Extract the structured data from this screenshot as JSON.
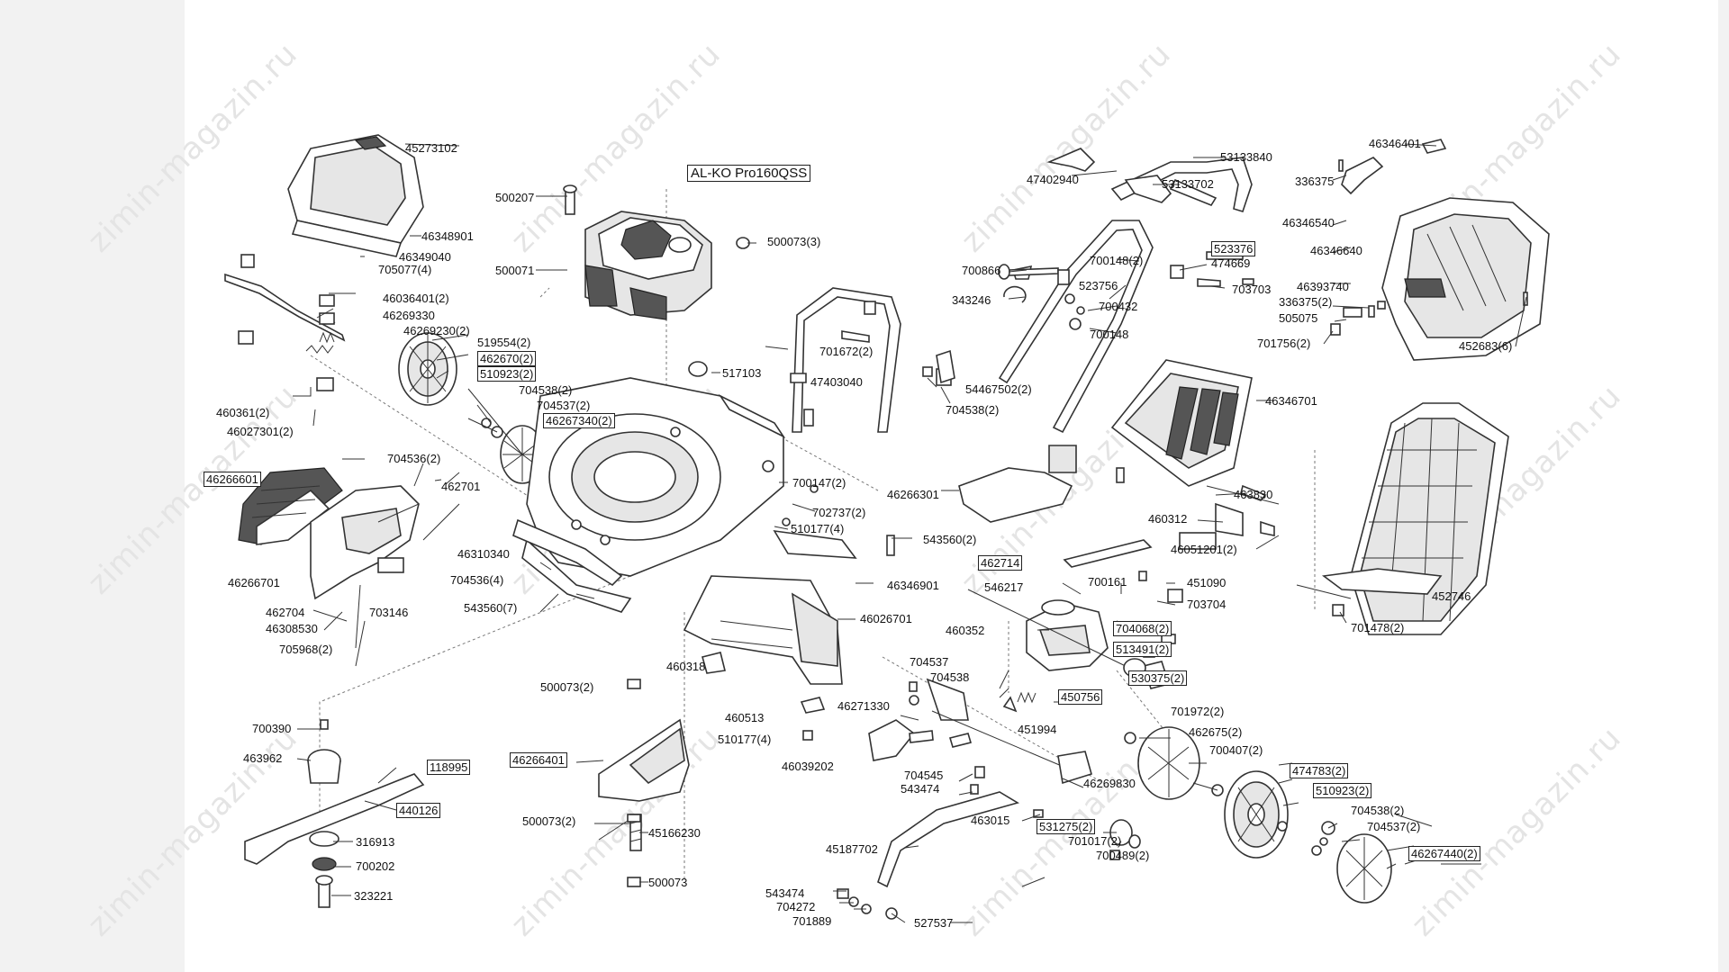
{
  "watermark": "zimin-magazin.ru",
  "model_label": "AL-KO Pro160QSS",
  "boxed_labels": [
    "523376",
    "462670(2)",
    "510923(2)",
    "46267340(2)",
    "46266601",
    "462714",
    "704068(2)",
    "513491(2)",
    "530375(2)",
    "450756",
    "46266401",
    "118995",
    "440126",
    "474783(2)",
    "510923(2)",
    "531275(2)",
    "46267440(2)"
  ],
  "labels": {
    "p45273102": "45273102",
    "p46348901": "46348901",
    "p46349040": "46349040",
    "p705077": "705077(4)",
    "p46036401": "46036401(2)",
    "p46269330": "46269330",
    "p46269230": "46269230(2)",
    "p519554": "519554(2)",
    "p460361": "460361(2)",
    "p46027301": "46027301(2)",
    "p704538a": "704538(2)",
    "p704537a": "704537(2)",
    "p704536a": "704536(2)",
    "p462701": "462701",
    "p46266701": "46266701",
    "p462704": "462704",
    "p46308530": "46308530",
    "p705968": "705968(2)",
    "p703146": "703146",
    "p46310340": "46310340",
    "p704536b": "704536(4)",
    "p543560b": "543560(7)",
    "p500207": "500207",
    "p500071": "500071",
    "p500073a": "500073(3)",
    "p517103": "517103",
    "p700147": "700147(2)",
    "p702737": "702737(2)",
    "p510177a": "510177(4)",
    "p543560a": "543560(2)",
    "p46346901": "46346901",
    "p46026701": "46026701",
    "p701672": "701672(2)",
    "p47403040": "47403040",
    "p54467502": "54467502(2)",
    "p704538b": "704538(2)",
    "p47402940": "47402940",
    "p53133840": "53133840",
    "p53133702": "53133702",
    "p700866": "700866",
    "p700148a": "700148(2)",
    "p474669": "474669",
    "p343246": "343246",
    "p523756": "523756",
    "p700432": "700432",
    "p700148b": "700148",
    "p703703": "703703",
    "p46346401": "46346401",
    "p336375": "336375",
    "p46346540": "46346540",
    "p46346640": "46346640",
    "p46393740": "46393740",
    "p336375b": "336375(2)",
    "p505075": "505075",
    "p701756": "701756(2)",
    "p452683": "452683(6)",
    "p46346701": "46346701",
    "p46266301": "46266301",
    "p463830": "463830",
    "p460312": "460312",
    "p46051201": "46051201(2)",
    "p452746": "452746",
    "p701478": "701478(2)",
    "p546217": "546217",
    "p700161": "700161",
    "p451090": "451090",
    "p703704": "703704",
    "p460352": "460352",
    "p451994": "451994",
    "p704537b": "704537",
    "p704538c": "704538",
    "p46271330": "46271330",
    "p460318": "460318",
    "p500073b": "500073(2)",
    "p460513": "460513",
    "p510177b": "510177(4)",
    "p46039202": "46039202",
    "p704545": "704545",
    "p543474a": "543474",
    "p46269830": "46269830",
    "p463015": "463015",
    "p45187702": "45187702",
    "p543474b": "543474",
    "p704272": "704272",
    "p701889": "701889",
    "p527537": "527537",
    "p701017": "701017(2)",
    "p700489": "700489(2)",
    "p701972": "701972(2)",
    "p462675": "462675(2)",
    "p700407": "700407(2)",
    "p704538d": "704538(2)",
    "p704537c": "704537(2)",
    "p700390": "700390",
    "p463962": "463962",
    "p316913": "316913",
    "p700202": "700202",
    "p323221": "323221",
    "p500073c": "500073(2)",
    "p45166230": "45166230",
    "p500073d": "500073"
  }
}
